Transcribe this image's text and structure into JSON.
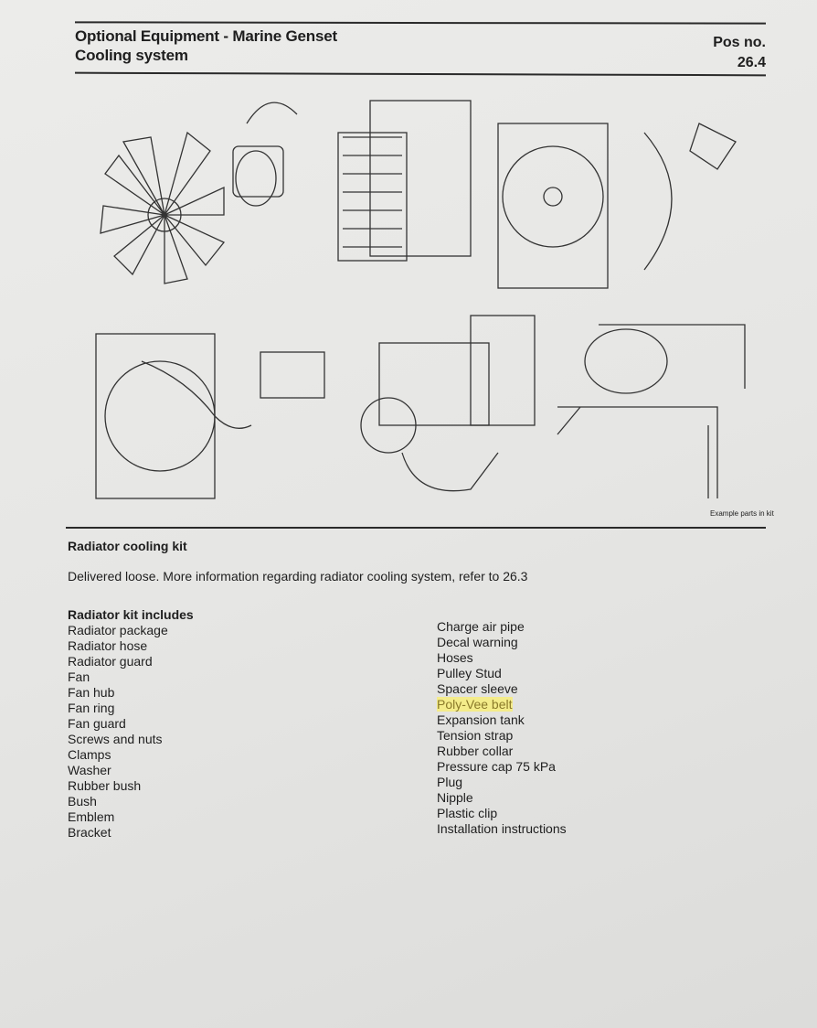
{
  "header": {
    "title": "Optional Equipment - Marine Genset",
    "subtitle": "Cooling system",
    "pos_label": "Pos no.",
    "pos_value": "26.4"
  },
  "figure": {
    "caption": "Example parts in kit"
  },
  "section": {
    "title": "Radiator cooling kit",
    "description": "Delivered loose. More information regarding radiator cooling system, refer to 26.3"
  },
  "kit": {
    "heading": "Radiator kit includes",
    "left": [
      "Radiator package",
      "Radiator hose",
      "Radiator guard",
      "Fan",
      "Fan hub",
      "Fan ring",
      "Fan guard",
      "Screws and nuts",
      "Clamps",
      "Washer",
      "Rubber bush",
      "Bush",
      "Emblem",
      "Bracket"
    ],
    "right": [
      "Charge air pipe",
      "Decal warning",
      "Hoses",
      "Pulley Stud",
      "Spacer sleeve",
      "Poly-Vee belt",
      "Expansion tank",
      "Tension strap",
      "Rubber collar",
      "Pressure cap 75 kPa",
      "Plug",
      "Nipple",
      "Plastic clip",
      "Installation instructions"
    ],
    "highlighted": "Poly-Vee belt",
    "highlight_color": "#f4ec8a"
  }
}
